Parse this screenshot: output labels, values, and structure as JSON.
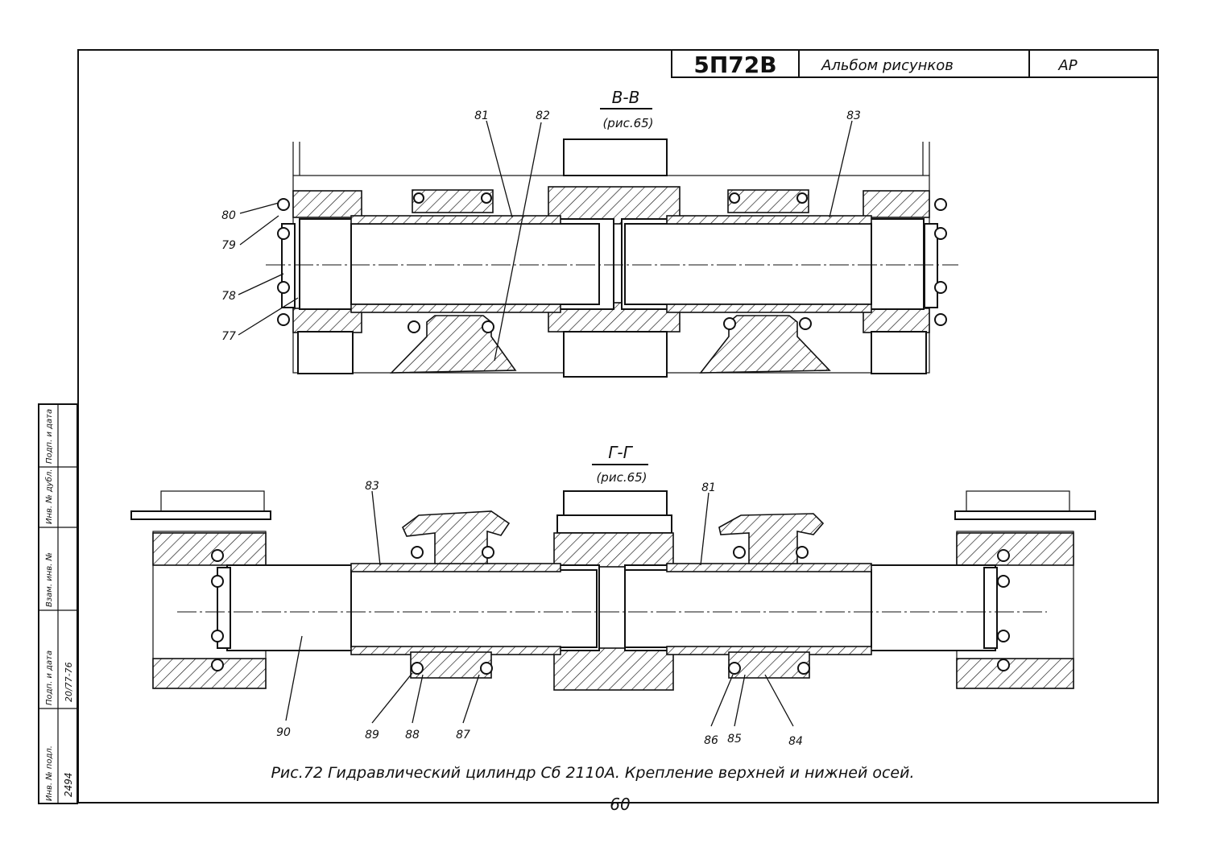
{
  "title_block": {
    "code": "5П72В",
    "album": "Альбом рисунков",
    "sheet_mark": "АР"
  },
  "section_bb": {
    "title": "В-В",
    "ref": "(рис.65)",
    "callouts": [
      "80",
      "79",
      "78",
      "77",
      "81",
      "82",
      "83"
    ]
  },
  "section_gg": {
    "title": "Г-Г",
    "ref": "(рис.65)",
    "callouts": [
      "83",
      "81",
      "90",
      "89",
      "88",
      "87",
      "86",
      "85",
      "84"
    ]
  },
  "caption": "Рис.72 Гидравлический цилиндр Сб 2110А. Крепление верхней и нижней осей.",
  "page_number": "60",
  "side_stamp": {
    "fields": [
      "Инв. № подл.",
      "Подп. и дата",
      "Взам. инв. №",
      "Инв. № дубл.",
      "Подп. и дата"
    ],
    "values": [
      "2494",
      "20/77-76",
      ""
    ]
  }
}
